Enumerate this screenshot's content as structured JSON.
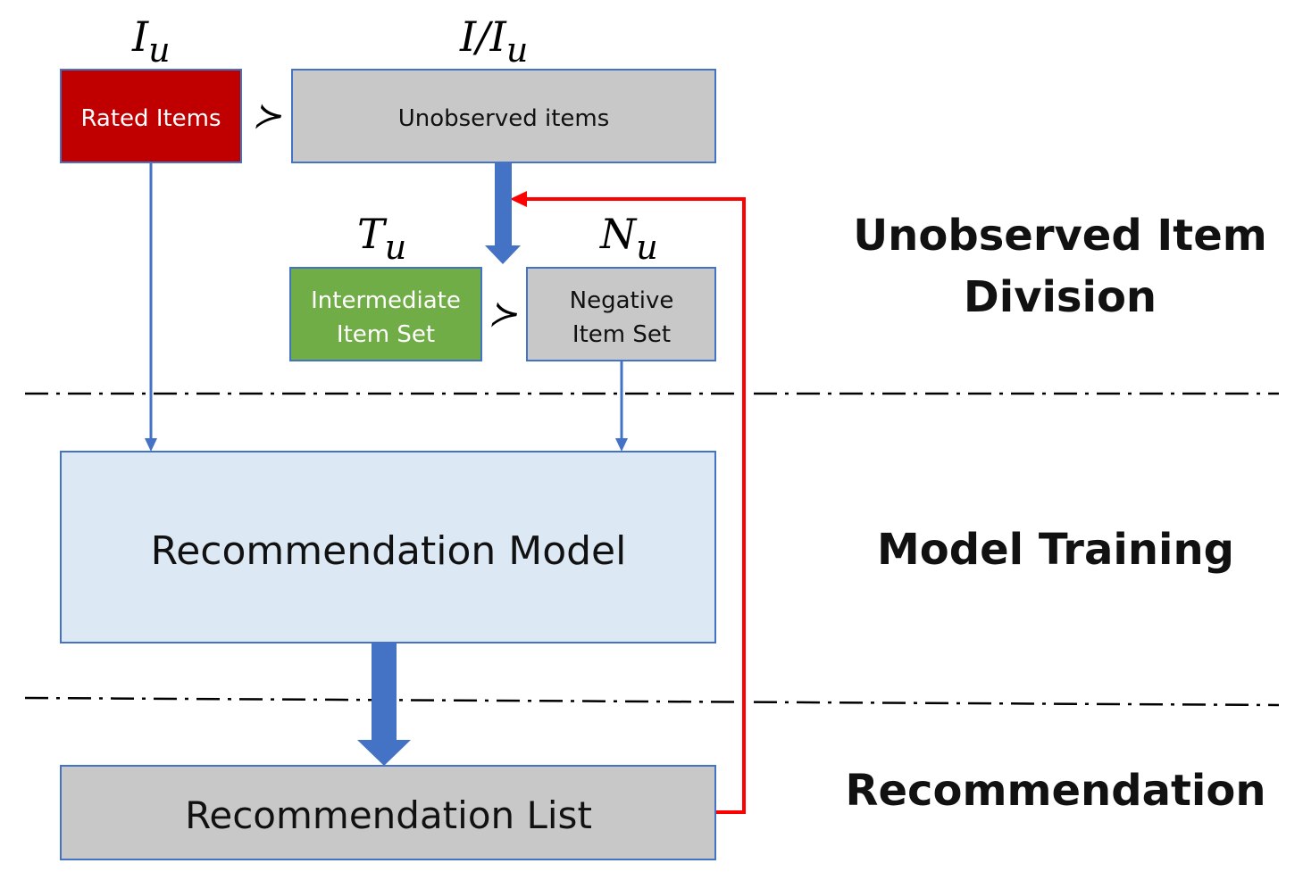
{
  "colors": {
    "rated": "#c00000",
    "gray_box": "#c8c8c8",
    "intermediate": "#70ad47",
    "model_box": "#dde8f5",
    "box_border": "#4472c4",
    "blue_arrow": "#4472c4",
    "red_feedback": "#ff0000",
    "separator": "#000000"
  },
  "boxes": {
    "rated_items": "Rated Items",
    "unobserved_items": "Unobserved items",
    "intermediate_line1": "Intermediate",
    "intermediate_line2": "Item Set",
    "negative_line1": "Negative",
    "negative_line2": "Item Set",
    "model": "Recommendation Model",
    "list": "Recommendation List"
  },
  "math_labels": {
    "rated": {
      "base": "I",
      "sub": "u"
    },
    "unobserved": {
      "base": "I/I",
      "sub": "u"
    },
    "intermediate": {
      "base": "T",
      "sub": "u"
    },
    "negative": {
      "base": "N",
      "sub": "u"
    },
    "preference_symbol": "≻"
  },
  "stages": {
    "division_line1": "Unobserved Item",
    "division_line2": "Division",
    "training": "Model Training",
    "recommendation": "Recommendation"
  }
}
